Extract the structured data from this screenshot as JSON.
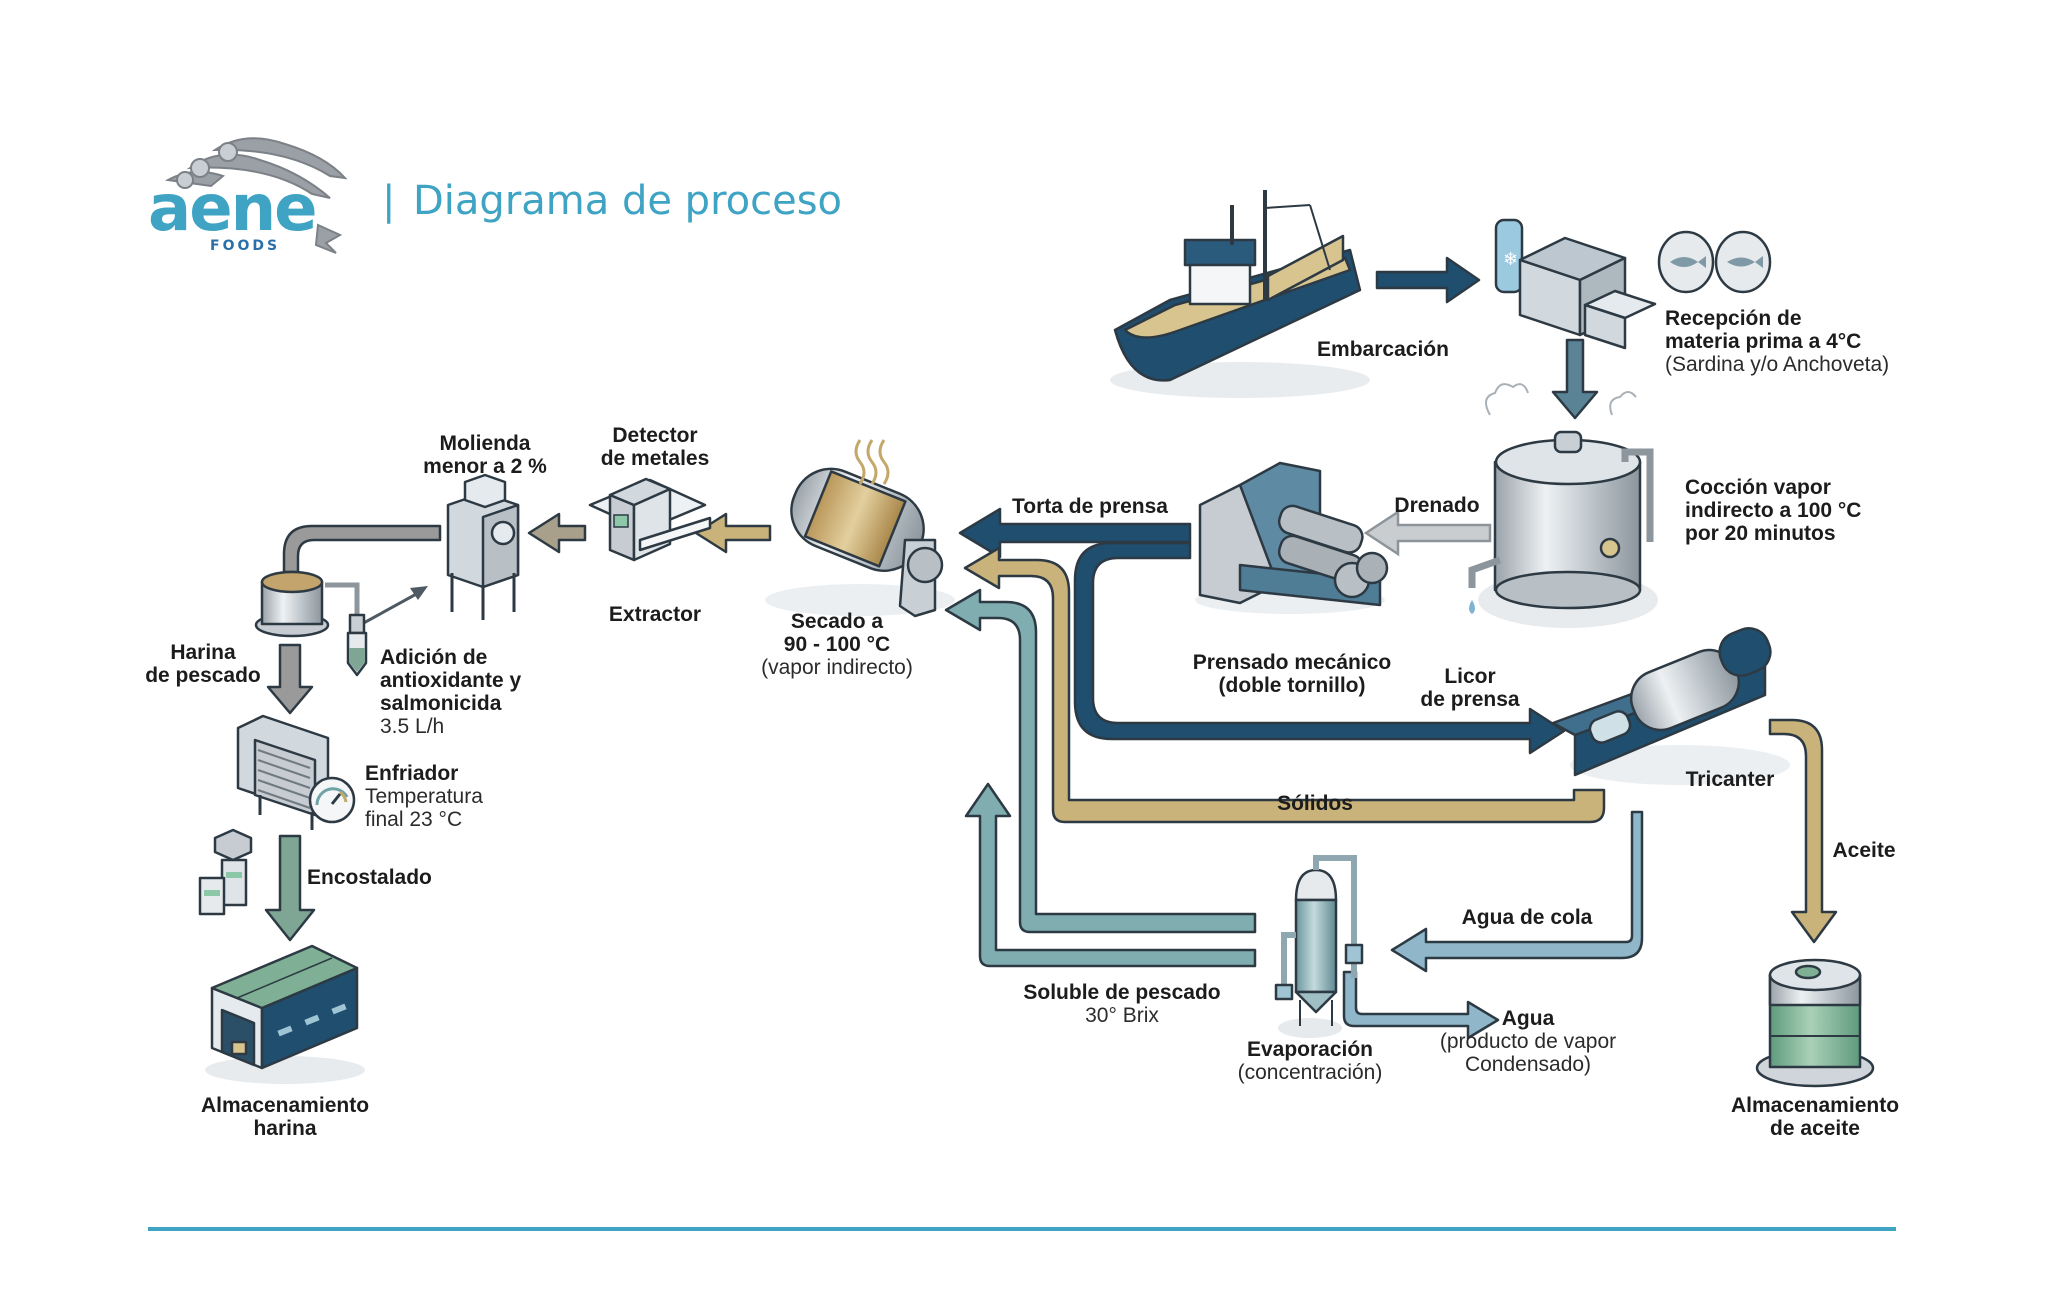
{
  "header": {
    "logo": {
      "brand": "aene",
      "sub": "FOODS",
      "icon": "fish-logo-icon"
    },
    "separator": "|",
    "title": "Diagrama de proceso"
  },
  "colors": {
    "brand": "#3fa3c4",
    "navy_flow": "#1f4e6e",
    "gold_flow": "#c9b37a",
    "teal_flow": "#7fadb0",
    "light_blue_flow": "#8fb7c9",
    "gray_flow": "#9a9a9a",
    "green_flow": "#7fa595",
    "footer_line": "#3fa3c4"
  },
  "steps": {
    "embarcacion": {
      "title": "Embarcación",
      "icon": "fishing-boat-icon"
    },
    "recepcion": {
      "title_1": "Recepción de",
      "title_2": "materia prima a 4°C",
      "detail": "(Sardina y/o Anchoveta)",
      "icon": "cold-storage-crates-icon",
      "species_icons": [
        "sardine-icon",
        "anchovy-icon"
      ]
    },
    "coccion": {
      "title_1": "Cocción vapor",
      "title_2": "indirecto a 100 °C",
      "title_3": "por 20 minutos",
      "icon": "steam-cooker-icon"
    },
    "prensado": {
      "title_1": "Prensado mecánico",
      "title_2": "(doble tornillo)",
      "icon": "twin-screw-press-icon"
    },
    "tricanter": {
      "title": "Tricanter",
      "icon": "tricanter-centrifuge-icon"
    },
    "secado": {
      "title_1": "Secado a",
      "title_2": "90 - 100 °C",
      "detail": "(vapor indirecto)",
      "icon": "rotary-dryer-icon"
    },
    "detector": {
      "title_1": "Detector",
      "title_2": "de metales",
      "sub": "Extractor",
      "icon": "metal-detector-icon"
    },
    "molienda": {
      "title_1": "Molienda",
      "title_2": "menor a 2 %",
      "icon": "mill-icon"
    },
    "harina": {
      "title_1": "Harina",
      "title_2": "de pescado",
      "icon": "fishmeal-bowl-icon"
    },
    "adicion": {
      "title_1": "Adición de",
      "title_2": "antioxidante y",
      "title_3": "salmonicida",
      "detail": "3.5 L/h",
      "icon": "dosing-injector-icon"
    },
    "enfriador": {
      "title": "Enfriador",
      "detail_1": "Temperatura",
      "detail_2": "final 23 °C",
      "icon": "cooler-icon",
      "gauge_icon": "thermometer-gauge-icon"
    },
    "encostalado": {
      "title": "Encostalado",
      "icon": "bagging-machine-icon"
    },
    "almacen_harina": {
      "title_1": "Almacenamiento",
      "title_2": "harina",
      "icon": "warehouse-icon"
    },
    "evaporacion": {
      "title": "Evaporación",
      "detail": "(concentración)",
      "icon": "evaporator-tower-icon"
    },
    "almacen_aceite": {
      "title_1": "Almacenamiento",
      "title_2": "de aceite",
      "icon": "oil-tank-icon"
    }
  },
  "flows": {
    "drenado": "Drenado",
    "torta": "Torta de prensa",
    "licor_1": "Licor",
    "licor_2": "de prensa",
    "solidos": "Sólidos",
    "agua_cola": "Agua de cola",
    "aceite": "Aceite",
    "soluble_1": "Soluble de pescado",
    "soluble_2": "30° Brix",
    "agua_1": "Agua",
    "agua_2": "(producto de vapor",
    "agua_3": "Condensado)"
  }
}
